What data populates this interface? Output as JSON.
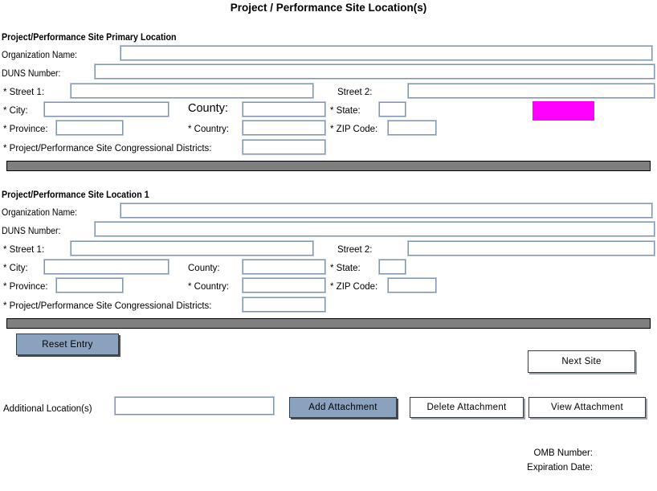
{
  "form": {
    "title": "Project / Performance Site Location(s)"
  },
  "sections": [
    {
      "heading": "Project/Performance Site Primary Location",
      "fields": {
        "organization_name_label": "Organization Name:",
        "organization_name_value": "",
        "duns_label": "DUNS Number:",
        "duns_value": "",
        "street1_label": "* Street 1:",
        "street1_value": "",
        "street2_label": "Street 2:",
        "street2_value": "",
        "city_label": "* City:",
        "city_value": "",
        "county_label": "County:",
        "county_value": "",
        "state_label": "* State:",
        "state_value": "",
        "province_label": "* Province:",
        "province_value": "",
        "country_label": "* Country:",
        "country_value": "",
        "zip_label": "* ZIP Code:",
        "zip_value": "",
        "districts_label": "* Project/Performance Site Congressional Districts:",
        "districts_value": ""
      }
    },
    {
      "heading": "Project/Performance Site Location 1",
      "fields": {
        "organization_name_label": "Organization Name:",
        "organization_name_value": "",
        "duns_label": "DUNS Number:",
        "duns_value": "",
        "street1_label": "* Street 1:",
        "street1_value": "",
        "street2_label": "Street 2:",
        "street2_value": "",
        "city_label": "* City:",
        "city_value": "",
        "county_label": "County:",
        "county_value": "",
        "state_label": "* State:",
        "state_value": "",
        "province_label": "* Province:",
        "province_value": "",
        "country_label": "* Country:",
        "country_value": "",
        "zip_label": "* ZIP Code:",
        "zip_value": "",
        "districts_label": "* Project/Performance Site Congressional Districts:",
        "districts_value": ""
      }
    }
  ],
  "actions": {
    "reset_entry_label": "Reset Entry",
    "next_site_label": "Next Site",
    "add_attachment_label": "Add Attachment",
    "delete_attachment_label": "Delete Attachment",
    "view_attachment_label": "View  Attachment"
  },
  "additional": {
    "label": "Additional Location(s)",
    "value": ""
  },
  "footer": {
    "omb_number_label": "OMB Number:",
    "omb_number_value": "",
    "expiration_date_label": "Expiration Date:",
    "expiration_date_value": ""
  },
  "colors": {
    "highlight": "#ff00ff",
    "separator_bar": "#7f7f7f",
    "button_filled": "#8ba2be",
    "field_border": "#8094b0"
  }
}
